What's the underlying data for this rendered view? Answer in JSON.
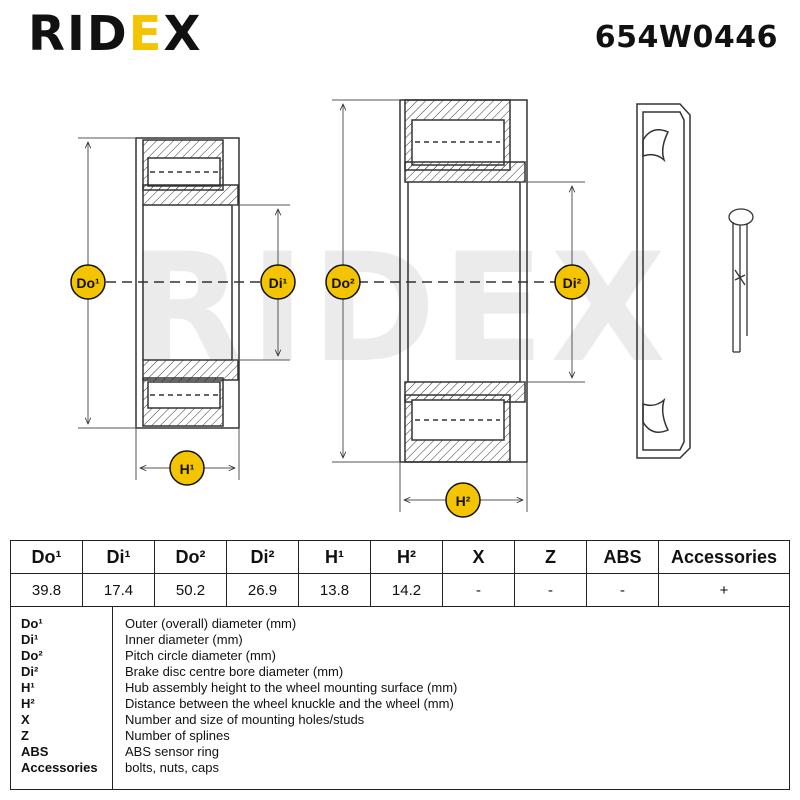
{
  "header": {
    "logo_parts": [
      "RID",
      "E",
      "X"
    ],
    "part_number": "654W0446"
  },
  "diagram": {
    "labels": {
      "do1": "Do¹",
      "di1": "Di¹",
      "h1": "H¹",
      "do2": "Do²",
      "di2": "Di²",
      "h2": "H²"
    },
    "watermark": "RIDEX",
    "badge_color": "#f4c400"
  },
  "table": {
    "headers": [
      "Do¹",
      "Di¹",
      "Do²",
      "Di²",
      "H¹",
      "H²",
      "X",
      "Z",
      "ABS",
      "Accessories"
    ],
    "values": [
      "39.8",
      "17.4",
      "50.2",
      "26.9",
      "13.8",
      "14.2",
      "-",
      "-",
      "-",
      "+"
    ]
  },
  "legend": [
    {
      "code": "Do¹",
      "desc": "Outer (overall) diameter (mm)"
    },
    {
      "code": "Di¹",
      "desc": "Inner diameter (mm)"
    },
    {
      "code": "Do²",
      "desc": "Pitch circle diameter (mm)"
    },
    {
      "code": "Di²",
      "desc": "Brake disc centre bore diameter (mm)"
    },
    {
      "code": "H¹",
      "desc": "Hub assembly height to the wheel mounting surface (mm)"
    },
    {
      "code": "H²",
      "desc": "Distance between the wheel knuckle and the wheel (mm)"
    },
    {
      "code": "X",
      "desc": "Number and size of mounting holes/studs"
    },
    {
      "code": "Z",
      "desc": "Number of splines"
    },
    {
      "code": "ABS",
      "desc": "ABS sensor ring"
    },
    {
      "code": "Accessories",
      "desc": "bolts, nuts, caps"
    }
  ]
}
